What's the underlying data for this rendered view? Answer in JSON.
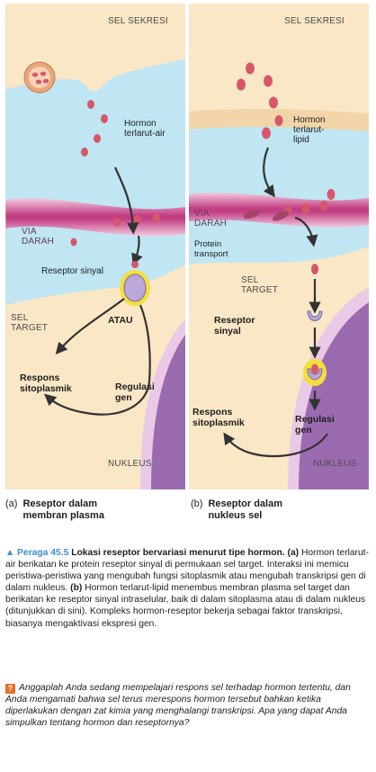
{
  "panel_a": {
    "secreting_cell": "SEL SEKRESI",
    "hormone": "Hormon\nterlarut-air",
    "bloodstream": "VIA\nDARAH",
    "receptor": "Reseptor sinyal",
    "or": "ATAU",
    "target_cell": "SEL\nTARGET",
    "response_cyto": "Respons\nsitoplasmik",
    "gene_reg": "Regulasi\ngen",
    "nucleus": "NUKLEUS",
    "caption_letter": "(a)",
    "caption": "Reseptor dalam\nmembran plasma"
  },
  "panel_b": {
    "secreting_cell": "SEL SEKRESI",
    "hormone": "Hormon\nterlarut-\nlipid",
    "bloodstream": "VIA\nDARAH",
    "transport": "Protein\ntransport",
    "target_cell": "SEL\nTARGET",
    "receptor": "Reseptor\nsinyal",
    "response_cyto": "Respons\nsitoplasmik",
    "gene_reg": "Regulasi\ngen",
    "nucleus": "NUKLEUS",
    "caption_letter": "(b)",
    "caption": "Reseptor dalam\nnukleus sel"
  },
  "figure": {
    "id": "▲ Peraga 45.5",
    "title": "Lokasi reseptor bervariasi menurut tipe hormon.",
    "a_mark": "(a)",
    "a_text": "Hormon terlarut-air berikatan ke protein reseptor sinyal di permukaan sel target. Interaksi ini memicu peristiwa-peristiwa yang mengubah fungsi sitoplasmik atau mengubah transkripsi gen di dalam nukleus.",
    "b_mark": "(b)",
    "b_text": "Hormon terlarut-lipid menembus membran plasma sel target dan berikatan ke reseptor sinyal intraselular, baik di dalam sitoplasma atau di dalam nukleus (ditunjukkan di sini). Kompleks hormon-reseptor bekerja sebagai faktor transkripsi, biasanya mengaktivasi ekspresi gen."
  },
  "question": {
    "icon": "?",
    "text": "Anggaplah Anda sedang mempelajari respons sel terhadap hormon tertentu, dan Anda mengamati bahwa sel terus merespons hormon tersebut bahkan ketika diperlakukan dengan zat kimia yang menghalangi transkripsi. Apa yang dapat Anda simpulkan tentang hormon dan reseptornya?"
  },
  "colors": {
    "cell_cream": "#f9e7c6",
    "fluid_blue": "#bfe6f2",
    "vessel_pink": "#e6a9c8",
    "vessel_stripe": "#c23f84",
    "nucleus_purple": "#9b6bb0",
    "hormone_red": "#d8566b",
    "receptor_lilac": "#b9a8d8",
    "highlight_yellow": "#f4df3a",
    "fig_blue": "#3a8ed0"
  }
}
